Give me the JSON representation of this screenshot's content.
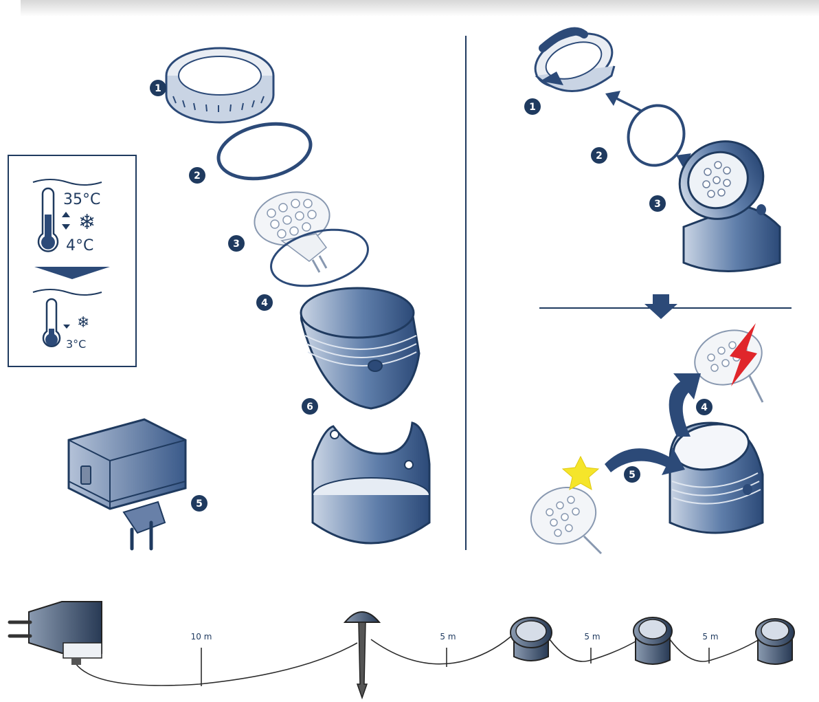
{
  "colors": {
    "navy": "#1f3a5f",
    "body_blue": "#4a6a9c",
    "light_blue": "#cfd9e8",
    "accent_red": "#e0262b",
    "accent_yellow": "#f5e52a"
  },
  "disassembly": {
    "callouts": [
      "1",
      "2",
      "3",
      "4",
      "6",
      "5"
    ]
  },
  "temperature_panel": {
    "max_temp": "35°C",
    "min_temp": "4°C",
    "freeze_temp": "3°C",
    "icons": [
      "thermometer-icon",
      "snowflake-icon",
      "arrow-down-icon"
    ]
  },
  "replacement": {
    "callouts": [
      "1",
      "2",
      "3",
      "4",
      "5"
    ]
  },
  "wiring": {
    "distances": [
      "10 m",
      "5 m",
      "5 m",
      "5 m"
    ]
  }
}
